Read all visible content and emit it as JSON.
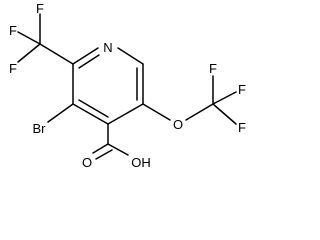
{
  "molecule": {
    "atoms": {
      "n": "N",
      "f_tl1": "F",
      "f_tl2": "F",
      "f_tl3": "F",
      "br": "Br",
      "o_ether": "O",
      "f_tr1": "F",
      "f_tr2": "F",
      "f_tr3": "F",
      "o_carbonyl": "O",
      "oh": "OH"
    },
    "colors": {
      "bond": "#000000",
      "label": "#000000",
      "background": "#ffffff"
    }
  }
}
